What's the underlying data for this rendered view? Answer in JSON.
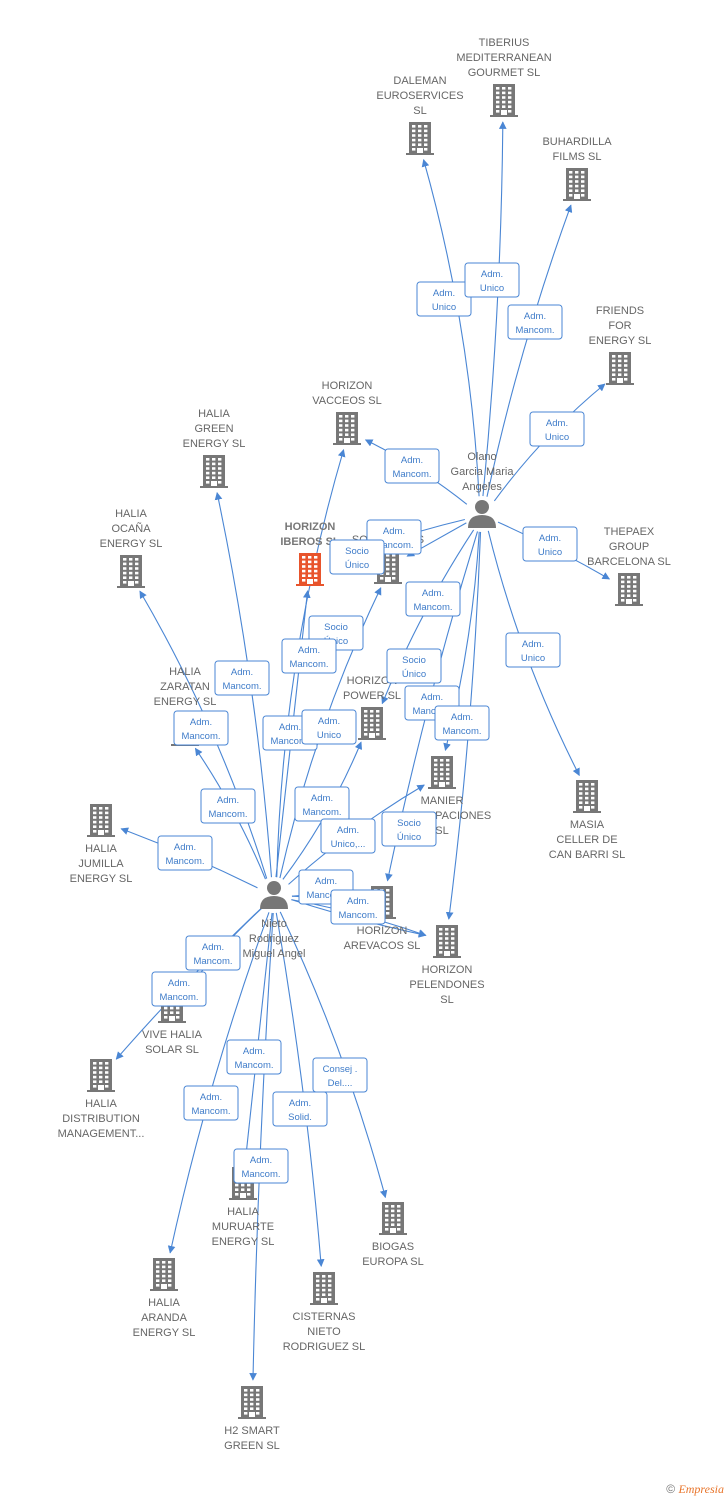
{
  "colors": {
    "edge": "#4a86d4",
    "company": "#777777",
    "highlight": "#e8542c",
    "person": "#777777"
  },
  "nodes": [
    {
      "id": "tiberius",
      "type": "company",
      "label": [
        "TIBERIUS",
        "MEDITERRANEAN",
        "GOURMET  SL"
      ],
      "labelPos": "above"
    },
    {
      "id": "daleman",
      "type": "company",
      "label": [
        "DALEMAN",
        "EUROSERVICES",
        "SL"
      ],
      "labelPos": "above"
    },
    {
      "id": "buhardilla",
      "type": "company",
      "label": [
        "BUHARDILLA",
        "FILMS  SL"
      ],
      "labelPos": "above"
    },
    {
      "id": "friends",
      "type": "company",
      "label": [
        "FRIENDS",
        "FOR",
        "ENERGY  SL"
      ],
      "labelPos": "above"
    },
    {
      "id": "vacceos",
      "type": "company",
      "label": [
        "HORIZON",
        "VACCEOS  SL"
      ],
      "labelPos": "above"
    },
    {
      "id": "halia_green",
      "type": "company",
      "label": [
        "HALIA",
        "GREEN",
        "ENERGY  SL"
      ],
      "labelPos": "above"
    },
    {
      "id": "olano",
      "type": "person",
      "label": [
        "Olano",
        "Garcia Maria",
        "Angeles"
      ],
      "labelPos": "above"
    },
    {
      "id": "halia_ocana",
      "type": "company",
      "label": [
        "HALIA",
        "OCAÑA",
        "ENERGY  SL"
      ],
      "labelPos": "above"
    },
    {
      "id": "iberos",
      "type": "company",
      "highlight": true,
      "label": [
        "HORIZON",
        "IBEROS  SL"
      ],
      "labelPos": "above"
    },
    {
      "id": "manier_sol",
      "type": "company",
      "label": [
        "MANIER",
        "SOLUCIONES"
      ],
      "labelPos": "above"
    },
    {
      "id": "thepaex",
      "type": "company",
      "label": [
        "THEPAEX",
        "GROUP",
        "BARCELONA  SL"
      ],
      "labelPos": "above"
    },
    {
      "id": "halia_zaratan",
      "type": "company",
      "label": [
        "HALIA",
        "ZARATAN",
        "ENERGY  SL"
      ],
      "labelPos": "above"
    },
    {
      "id": "power",
      "type": "company",
      "label": [
        "HORIZON",
        "POWER  SL"
      ],
      "labelPos": "above"
    },
    {
      "id": "manier_part",
      "type": "company",
      "label": [
        "MANIER",
        "PARTICIPACIONES",
        "SL"
      ],
      "labelPos": "below"
    },
    {
      "id": "masia",
      "type": "company",
      "label": [
        "MASIA",
        "CELLER DE",
        "CAN BARRI  SL"
      ],
      "labelPos": "below"
    },
    {
      "id": "halia_jumilla",
      "type": "company",
      "label": [
        "HALIA",
        "JUMILLA",
        "ENERGY  SL"
      ],
      "labelPos": "below"
    },
    {
      "id": "nieto",
      "type": "person",
      "label": [
        "Nieto",
        "Rodriguez",
        "Miguel Angel"
      ],
      "labelPos": "below"
    },
    {
      "id": "arevacos",
      "type": "company",
      "label": [
        "HORIZON",
        "AREVACOS  SL"
      ],
      "labelPos": "below"
    },
    {
      "id": "pelendones",
      "type": "company",
      "label": [
        "HORIZON",
        "PELENDONES",
        "SL"
      ],
      "labelPos": "below"
    },
    {
      "id": "vive",
      "type": "company",
      "label": [
        "VIVE HALIA",
        "SOLAR  SL"
      ],
      "labelPos": "below"
    },
    {
      "id": "distribution",
      "type": "company",
      "label": [
        "HALIA",
        "DISTRIBUTION",
        "MANAGEMENT..."
      ],
      "labelPos": "below"
    },
    {
      "id": "muruarte",
      "type": "company",
      "label": [
        "HALIA",
        "MURUARTE",
        "ENERGY  SL"
      ],
      "labelPos": "below"
    },
    {
      "id": "biogas",
      "type": "company",
      "label": [
        "BIOGAS",
        "EUROPA  SL"
      ],
      "labelPos": "below"
    },
    {
      "id": "aranda",
      "type": "company",
      "label": [
        "HALIA",
        "ARANDA",
        "ENERGY  SL"
      ],
      "labelPos": "below"
    },
    {
      "id": "cisternas",
      "type": "company",
      "label": [
        "CISTERNAS",
        "NIETO",
        "RODRIGUEZ SL"
      ],
      "labelPos": "below"
    },
    {
      "id": "h2",
      "type": "company",
      "label": [
        "H2 SMART",
        "GREEN  SL"
      ],
      "labelPos": "below"
    }
  ],
  "relations": [
    {
      "label": [
        "Adm.",
        "Unico"
      ]
    },
    {
      "label": [
        "Adm.",
        "Unico"
      ]
    },
    {
      "label": [
        "Adm.",
        "Mancom."
      ]
    },
    {
      "label": [
        "Adm.",
        "Unico"
      ]
    },
    {
      "label": [
        "Adm.",
        "Mancom."
      ]
    },
    {
      "label": [
        "Adm.",
        "Unico"
      ]
    },
    {
      "label": [
        "Adm.",
        "Mancom."
      ]
    },
    {
      "label": [
        "Socio",
        "Único"
      ]
    },
    {
      "label": [
        "Adm.",
        "Mancom."
      ]
    },
    {
      "label": [
        "Adm.",
        "Unico"
      ]
    },
    {
      "label": [
        "Socio",
        "Único"
      ]
    },
    {
      "label": [
        "Adm.",
        "Mancom."
      ]
    },
    {
      "label": [
        "Adm.",
        "Mancom."
      ]
    },
    {
      "label": [
        "Adm.",
        "Mancom."
      ]
    },
    {
      "label": [
        "Adm.",
        "Mancom."
      ]
    },
    {
      "label": [
        "Socio",
        "Único"
      ]
    },
    {
      "label": [
        "Adm.",
        "Mancom."
      ]
    },
    {
      "label": [
        "Adm.",
        "Mancom."
      ]
    },
    {
      "label": [
        "Adm.",
        "Unico"
      ]
    },
    {
      "label": [
        "Adm.",
        "Mancom."
      ]
    },
    {
      "label": [
        "Adm.",
        "Mancom."
      ]
    },
    {
      "label": [
        "Adm.",
        "Mancom."
      ]
    },
    {
      "label": [
        "Adm.",
        "Unico,..."
      ]
    },
    {
      "label": [
        "Socio",
        "Único"
      ]
    },
    {
      "label": [
        "Adm.",
        "Mancom."
      ]
    },
    {
      "label": [
        "Adm.",
        "Mancom."
      ]
    },
    {
      "label": [
        "Adm.",
        "Mancom."
      ]
    },
    {
      "label": [
        "Adm.",
        "Mancom."
      ]
    },
    {
      "label": [
        "Adm.",
        "Mancom."
      ]
    },
    {
      "label": [
        "Consej .",
        "Del...."
      ]
    },
    {
      "label": [
        "Adm.",
        "Mancom."
      ]
    },
    {
      "label": [
        "Adm.",
        "Solid."
      ]
    },
    {
      "label": [
        "Adm.",
        "Mancom."
      ]
    }
  ],
  "footer": {
    "copyright": "©",
    "brand": "Empresia"
  }
}
